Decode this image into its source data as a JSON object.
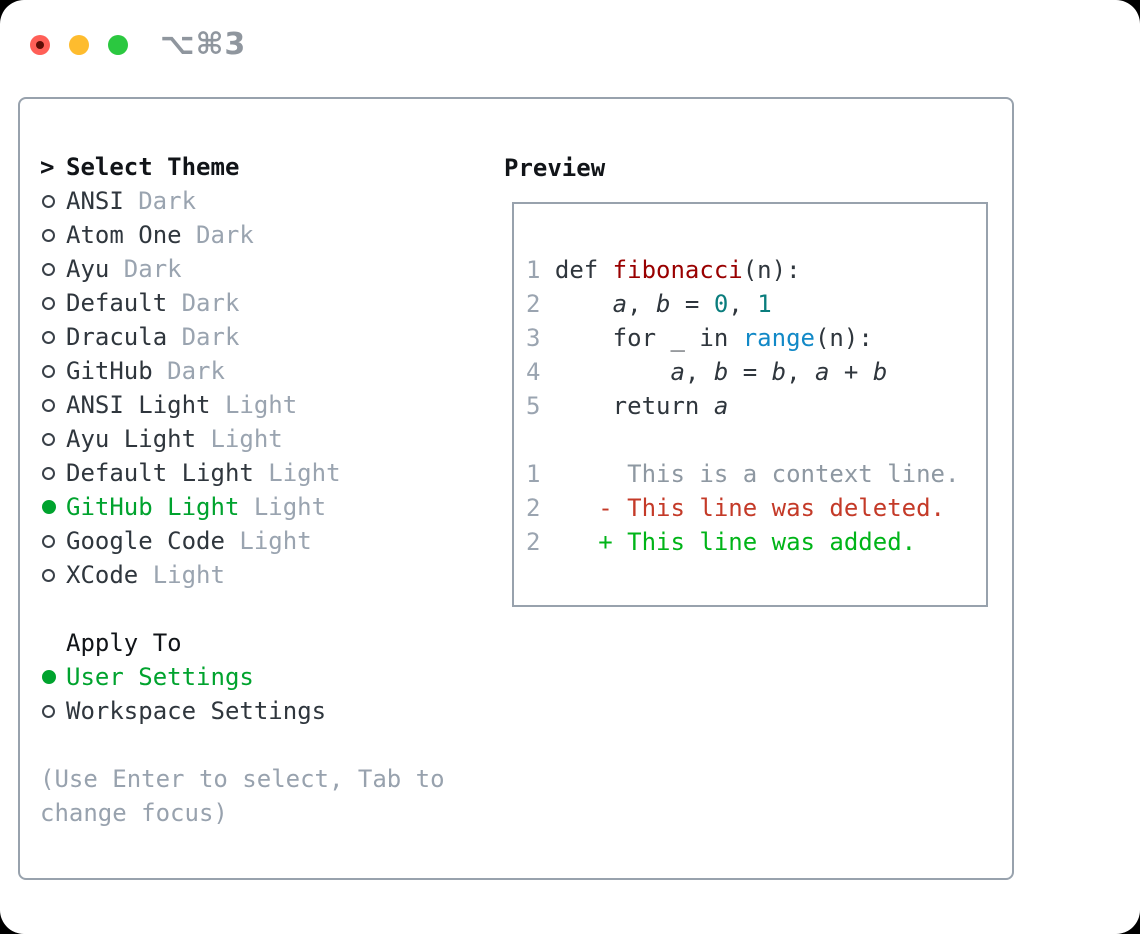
{
  "window": {
    "shortcut": "⌥⌘3",
    "traffic_lights": [
      "close-icon",
      "minimize-icon",
      "zoom-icon"
    ]
  },
  "colors": {
    "accent_green": "#00a32e",
    "added_green": "#00b418",
    "deleted_red": "#c43a28",
    "function_red": "#990000",
    "number_teal": "#0a7d7d",
    "builtin_blue": "#1289c7",
    "muted_gray": "#9aa4b0",
    "border_gray": "#98a2ad",
    "text_dark": "#2f363d"
  },
  "theme_list": {
    "marker": ">",
    "title": "Select Theme",
    "items": [
      {
        "label": "ANSI",
        "variant": "Dark",
        "selected": false
      },
      {
        "label": "Atom One",
        "variant": "Dark",
        "selected": false
      },
      {
        "label": "Ayu",
        "variant": "Dark",
        "selected": false
      },
      {
        "label": "Default",
        "variant": "Dark",
        "selected": false
      },
      {
        "label": "Dracula",
        "variant": "Dark",
        "selected": false
      },
      {
        "label": "GitHub",
        "variant": "Dark",
        "selected": false
      },
      {
        "label": "ANSI Light",
        "variant": "Light",
        "selected": false
      },
      {
        "label": "Ayu Light",
        "variant": "Light",
        "selected": false
      },
      {
        "label": "Default Light",
        "variant": "Light",
        "selected": false
      },
      {
        "label": "GitHub Light",
        "variant": "Light",
        "selected": true
      },
      {
        "label": "Google Code",
        "variant": "Light",
        "selected": false
      },
      {
        "label": "XCode",
        "variant": "Light",
        "selected": false
      }
    ]
  },
  "apply_to": {
    "title": "Apply To",
    "options": [
      {
        "label": "User Settings",
        "selected": true
      },
      {
        "label": "Workspace Settings",
        "selected": false
      }
    ]
  },
  "hint": "(Use Enter to select, Tab to change focus)",
  "preview": {
    "title": "Preview",
    "lines": [
      {
        "num": "1",
        "segs": [
          {
            "t": "def ",
            "c": "k"
          },
          {
            "t": "fibonacci",
            "c": "fn"
          },
          {
            "t": "(n):",
            "c": "p"
          }
        ]
      },
      {
        "num": "2",
        "segs": [
          {
            "t": "    ",
            "c": "p"
          },
          {
            "t": "a",
            "c": "v"
          },
          {
            "t": ", ",
            "c": "p"
          },
          {
            "t": "b",
            "c": "v"
          },
          {
            "t": " = ",
            "c": "p"
          },
          {
            "t": "0",
            "c": "n"
          },
          {
            "t": ", ",
            "c": "p"
          },
          {
            "t": "1",
            "c": "n"
          }
        ]
      },
      {
        "num": "3",
        "segs": [
          {
            "t": "    for _ in ",
            "c": "k"
          },
          {
            "t": "range",
            "c": "b"
          },
          {
            "t": "(n):",
            "c": "p"
          }
        ]
      },
      {
        "num": "4",
        "segs": [
          {
            "t": "        ",
            "c": "p"
          },
          {
            "t": "a",
            "c": "v"
          },
          {
            "t": ", ",
            "c": "p"
          },
          {
            "t": "b",
            "c": "v"
          },
          {
            "t": " = ",
            "c": "p"
          },
          {
            "t": "b",
            "c": "v"
          },
          {
            "t": ", ",
            "c": "p"
          },
          {
            "t": "a",
            "c": "v"
          },
          {
            "t": " + ",
            "c": "p"
          },
          {
            "t": "b",
            "c": "v"
          }
        ]
      },
      {
        "num": "5",
        "segs": [
          {
            "t": "    return ",
            "c": "k"
          },
          {
            "t": "a",
            "c": "v"
          }
        ]
      },
      {
        "num": "",
        "segs": []
      },
      {
        "num": "1",
        "segs": [
          {
            "t": "     This is a context line.",
            "c": "ctx"
          }
        ]
      },
      {
        "num": "2",
        "segs": [
          {
            "t": "   - This line was deleted.",
            "c": "del"
          }
        ]
      },
      {
        "num": "2",
        "segs": [
          {
            "t": "   + This line was added.",
            "c": "add"
          }
        ]
      }
    ]
  }
}
